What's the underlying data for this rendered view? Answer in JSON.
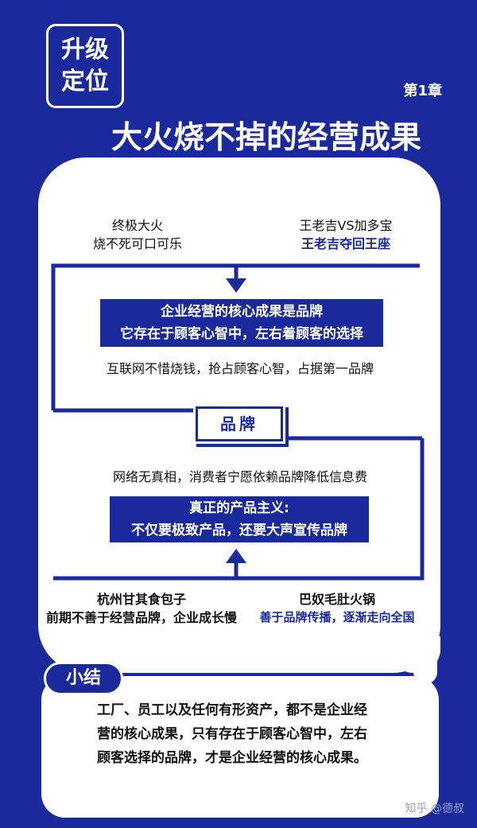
{
  "badge": {
    "line1": "升级",
    "line2": "定位"
  },
  "chapter": "第1章",
  "title": "大火烧不掉的经营成果",
  "top_left": {
    "line1": "终极大火",
    "line2": "烧不死可口可乐"
  },
  "top_right": {
    "line1": "王老吉VS加多宝",
    "line2": "王老吉夺回王座"
  },
  "highlight1": {
    "line1": "企业经营的核心成果是品牌",
    "line2": "它存在于顾客心智中，左右着顾客的选择"
  },
  "statement1": "互联网不惜烧钱，抢占顾客心智，占据第一品牌",
  "brand_label": "品牌",
  "statement2": "网络无真相，消费者宁愿依赖品牌降低信息费",
  "highlight2": {
    "line1": "真正的产品主义:",
    "line2": "不仅要极致产品，还要大声宣传品牌"
  },
  "bottom_left": {
    "line1": "杭州甘其食包子",
    "line2": "前期不善于经营品牌，企业成长慢"
  },
  "bottom_right": {
    "line1": "巴奴毛肚火锅",
    "line2": "善于品牌传播，逐渐走向全国"
  },
  "summary": {
    "label": "小结",
    "text": "工厂、员工以及任何有形资产，都不是企业经营的核心成果，只有存在于顾客心智中，左右顾客选择的品牌，才是企业经营的核心成果。"
  },
  "watermark": "知乎 @德叔",
  "colors": {
    "primary": "#1a2a9c",
    "card": "#ffffff"
  }
}
